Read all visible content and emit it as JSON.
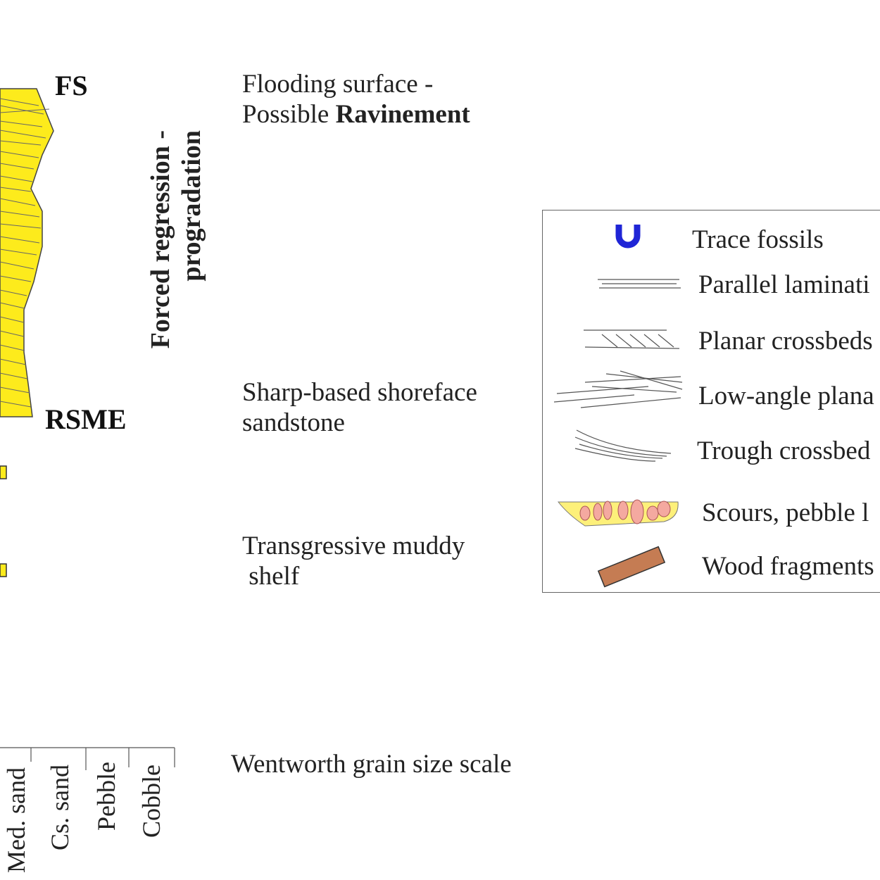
{
  "column": {
    "fill_color": "#fdeb1c",
    "label_fs": "FS",
    "label_rsme": "RSME"
  },
  "vertical_label": {
    "line1": "Forced regression -",
    "line2": "progradation"
  },
  "descriptions": {
    "flooding_line1": "Flooding surface -",
    "flooding_line2_plain": "Possible ",
    "flooding_line2_bold": "Ravinement",
    "shoreface_line1": "Sharp-based shoreface",
    "shoreface_line2": "sandstone",
    "shelf_line1": "Transgressive muddy",
    "shelf_line2": " shelf"
  },
  "legend": {
    "items": [
      {
        "label": "Trace fossils",
        "icon": "trace-fossil-icon",
        "color": "#1f25d6"
      },
      {
        "label": "Parallel laminati",
        "icon": "parallel-lamination-icon"
      },
      {
        "label": "Planar crossbeds",
        "icon": "planar-crossbed-icon"
      },
      {
        "label": "Low-angle plana",
        "icon": "low-angle-planar-icon"
      },
      {
        "label": "Trough crossbed",
        "icon": "trough-crossbed-icon"
      },
      {
        "label": "Scours, pebble l",
        "icon": "scour-pebble-icon",
        "color": "#f4a9a0"
      },
      {
        "label": "Wood fragments",
        "icon": "wood-fragment-icon",
        "color": "#c57c53"
      }
    ]
  },
  "grain_scale": {
    "title": "Wentworth grain size scale",
    "labels": [
      "Med. sand",
      "Cs. sand",
      "Pebble",
      "Cobble"
    ]
  }
}
